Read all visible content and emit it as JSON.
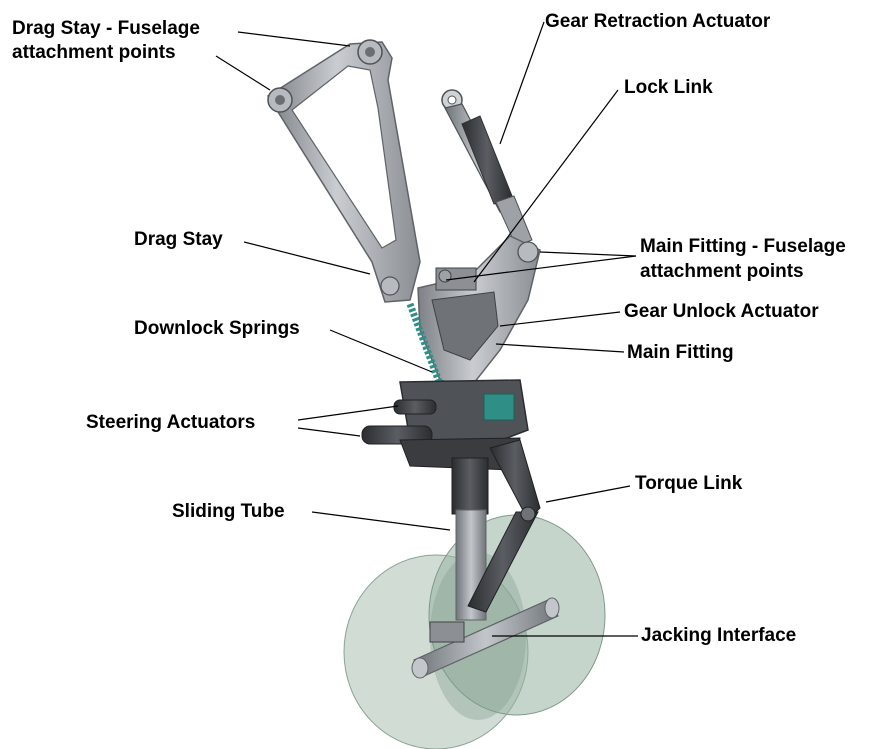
{
  "labels": {
    "drag_stay_fuselage_line1": "Drag Stay - Fuselage",
    "drag_stay_fuselage_line2": "attachment points",
    "gear_retraction_actuator": "Gear Retraction Actuator",
    "lock_link": "Lock Link",
    "drag_stay": "Drag Stay",
    "main_fitting_fuselage_line1": "Main Fitting - Fuselage",
    "main_fitting_fuselage_line2": "attachment points",
    "gear_unlock_actuator": "Gear Unlock Actuator",
    "downlock_springs": "Downlock Springs",
    "main_fitting": "Main Fitting",
    "steering_actuators": "Steering Actuators",
    "torque_link": "Torque Link",
    "sliding_tube": "Sliding Tube",
    "jacking_interface": "Jacking Interface"
  },
  "colors": {
    "label_text": "#000000",
    "leader_line": "#000000",
    "structure_grey": "#a9acb1",
    "dark_metal": "#3a3c40",
    "tyre_green": "#9db5a6",
    "spring_teal": "#2f8f86"
  }
}
